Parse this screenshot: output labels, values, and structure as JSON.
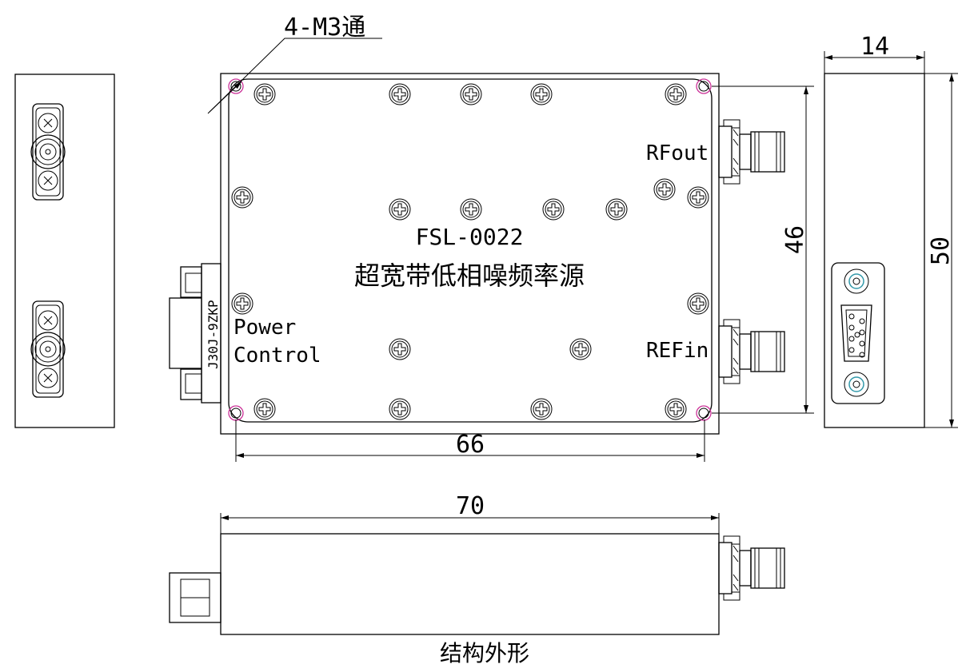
{
  "drawing": {
    "hole_callout": "4-M3通",
    "model": "FSL-0022",
    "product_name": "超宽带低相噪频率源",
    "labels": {
      "rf_out": "RFout",
      "ref_in": "REFin",
      "power_line1": "Power",
      "power_line2": "Control",
      "connector_part": "J30J-9ZKP"
    },
    "dimensions": {
      "hole_spacing_width": "66",
      "hole_spacing_height": "46",
      "overall_length": "70",
      "overall_height": "50",
      "thickness": "14"
    },
    "caption": "结构外形"
  }
}
